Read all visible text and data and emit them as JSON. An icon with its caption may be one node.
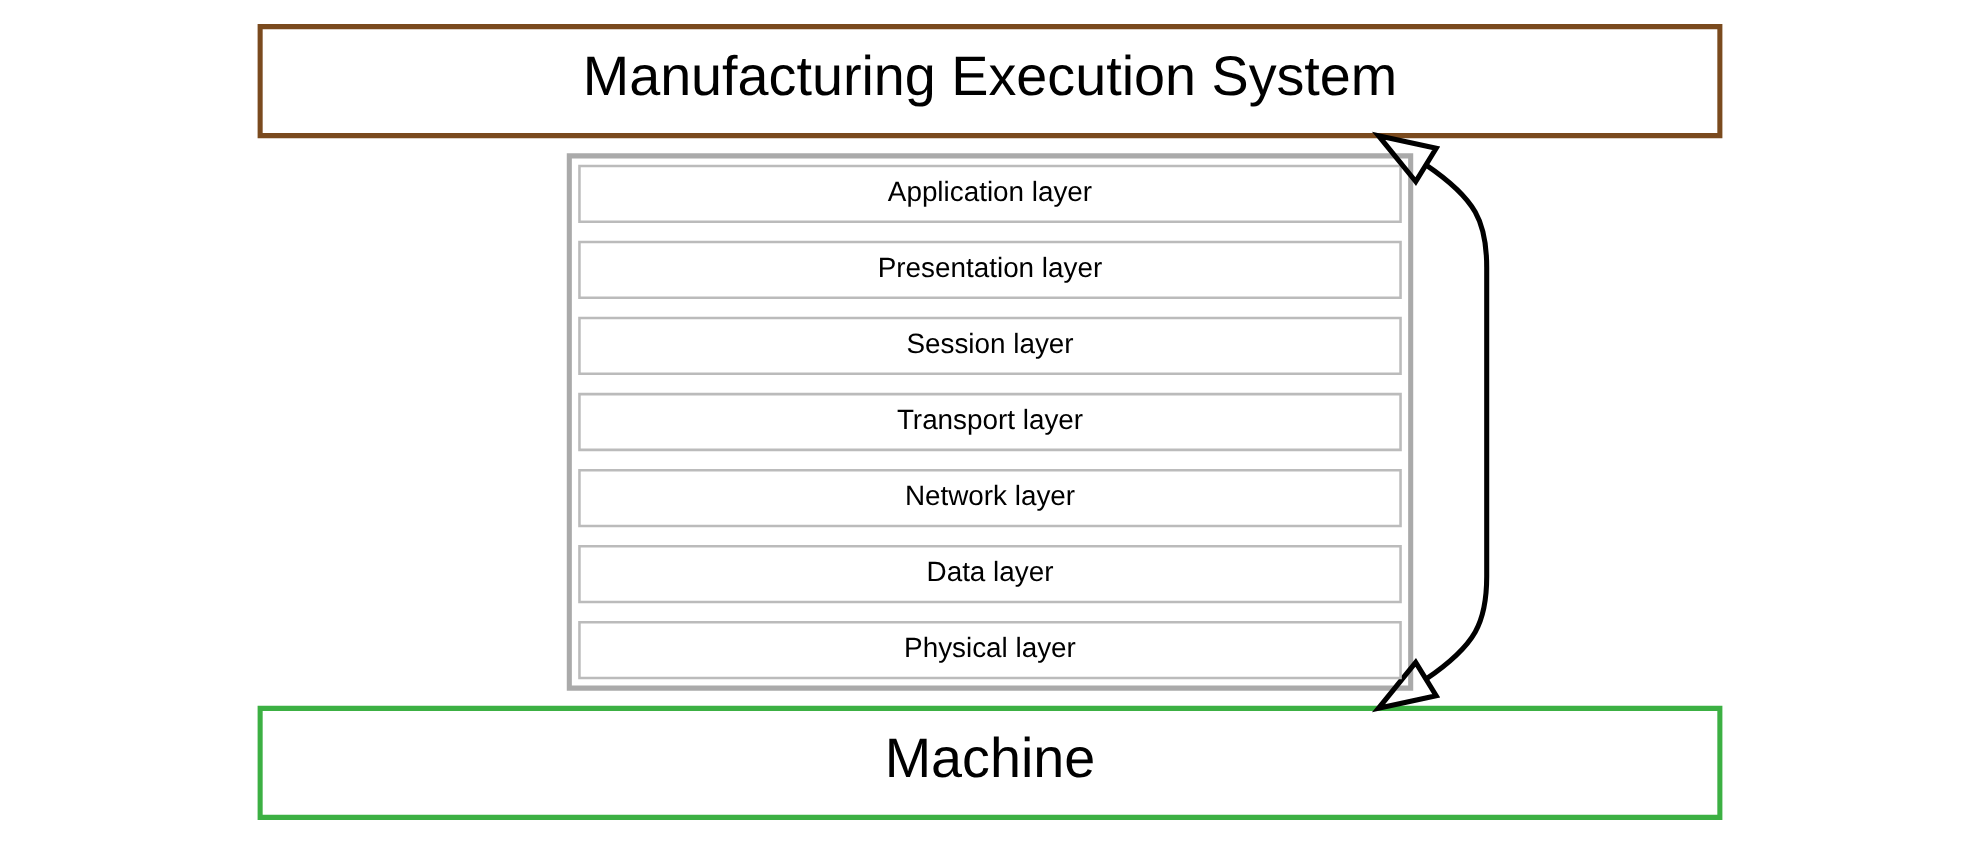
{
  "diagram": {
    "nodes": [
      {
        "text": [
          "Manufacturing Execution System"
        ]
      },
      {
        "text": [],
        "shape": "box"
      },
      {
        "text": [
          "Application layer"
        ],
        "in": 1
      },
      {
        "text": [
          "Presentation layer"
        ],
        "in": 1
      },
      {
        "text": [
          "Session layer"
        ],
        "in": 1
      },
      {
        "text": [
          "Transport layer"
        ],
        "in": 1
      },
      {
        "text": [
          "Network layer"
        ],
        "in": 1
      },
      {
        "text": [
          "Data layer"
        ],
        "in": 1
      },
      {
        "text": [
          "Physical layer"
        ],
        "in": 1
      },
      {
        "text": [
          "Machine"
        ]
      }
    ],
    "edges": [
      {
        "from": 0,
        "to": 9,
        "arrow": "both"
      }
    ]
  }
}
